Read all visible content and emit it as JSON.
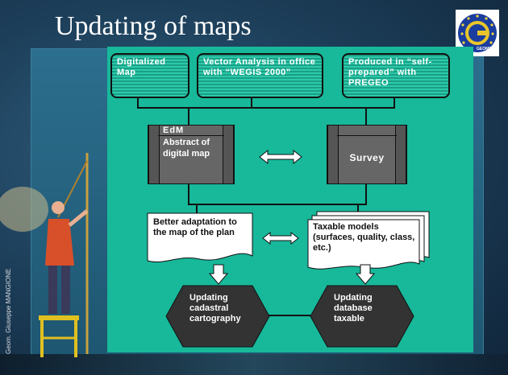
{
  "title": "Updating of maps",
  "side_credit": "Geom. Giuseppe MANGIONE",
  "logo": {
    "letter": "G",
    "ring_text": "GEOMETRI"
  },
  "boxes": {
    "digitalized": "Digitalized Map",
    "vector": "Vector Analysis in office with “WEGIS 2000”",
    "produced": "Produced in “self-prepared” with PREGEO",
    "edm_title": "EdM",
    "edm_sub": "Abstract of digital map",
    "survey": "Survey",
    "better": "Better adaptation to the map of the plan",
    "taxable": "Taxable models (surfaces, quality, class, etc.)",
    "upd_cadastral": "Updating cadastral cartography",
    "upd_database": "Updating database taxable"
  },
  "colors": {
    "panel": "#18b89a",
    "box_gray": "#666666",
    "hex": "#333333"
  }
}
